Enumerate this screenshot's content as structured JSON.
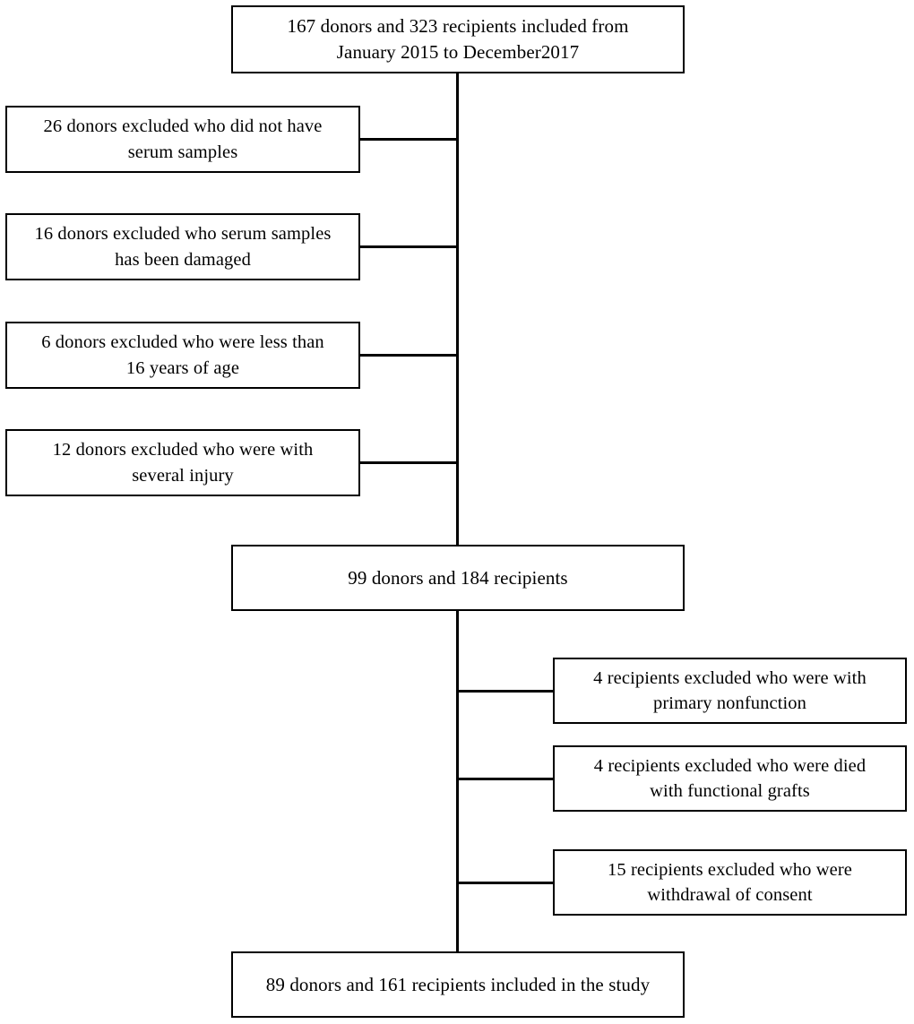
{
  "diagram": {
    "title": "Study enrollment flow diagram",
    "type": "flowchart",
    "line_color": "#000000",
    "box_border_color": "#000000",
    "background_color": "#ffffff"
  },
  "nodes": {
    "top": {
      "label": "167 donors and 323 recipients included from\nJanuary 2015 to December2017"
    },
    "middle": {
      "label": "99 donors and 184 recipients"
    },
    "bottom": {
      "label": "89 donors and 161 recipients included in the study"
    }
  },
  "donor_exclusions": [
    {
      "label": "26 donors excluded who did not have\nserum samples"
    },
    {
      "label": "16 donors excluded who serum samples\nhas been damaged"
    },
    {
      "label": "6 donors excluded who were less than\n16 years of age"
    },
    {
      "label": "12 donors excluded who were with\nseveral injury"
    }
  ],
  "recipient_exclusions": [
    {
      "label": "4 recipients excluded who were with\nprimary nonfunction"
    },
    {
      "label": "4 recipients excluded who were died\nwith functional grafts"
    },
    {
      "label": "15 recipients excluded who were\nwithdrawal of consent"
    }
  ]
}
